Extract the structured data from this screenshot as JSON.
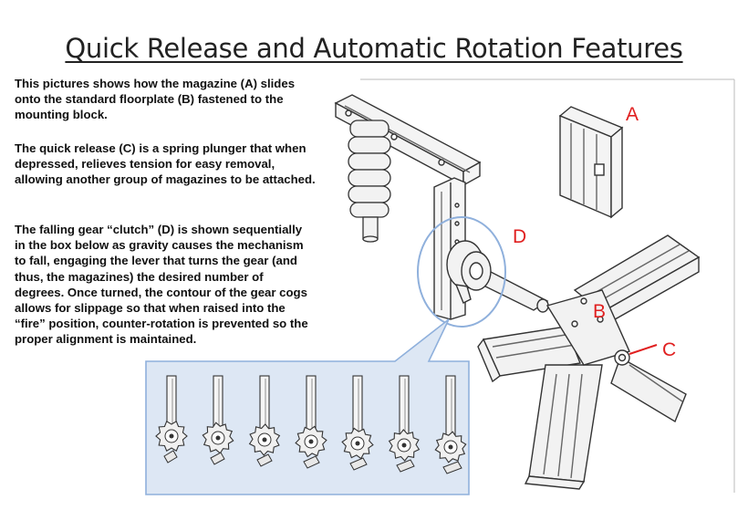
{
  "title": "Quick Release and Automatic Rotation Features",
  "paragraphs": [
    "This pictures shows how the magazine (A) slides onto the standard floorplate (B) fastened to the mounting block.",
    "The quick release (C) is a spring plunger that when depressed, relieves tension for easy removal, allowing another group of magazines to be attached.",
    "The falling gear “clutch” (D) is shown sequentially in the box below as gravity causes the mechanism to fall, engaging the lever that turns the gear (and thus, the magazines) the desired number of degrees.  Once turned, the contour of the gear cogs allows for slippage so that when raised into the “fire” position, counter-rotation is prevented so the proper alignment is maintained."
  ],
  "labels": {
    "a": "A",
    "b": "B",
    "c": "C",
    "d": "D"
  },
  "colors": {
    "label": "#e02020",
    "callout_fill": "#dde7f4",
    "callout_stroke": "#8fb0dc",
    "line_art": "#333333"
  },
  "sequence_frame_count": 7
}
